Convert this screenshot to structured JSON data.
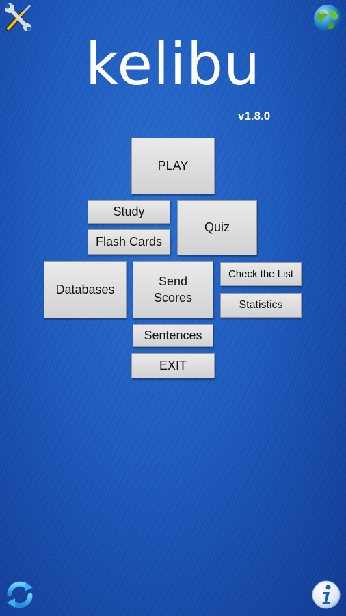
{
  "app": {
    "title": "kelibu",
    "version": "v1.8.0"
  },
  "menu": {
    "play": "PLAY",
    "study": "Study",
    "quiz": "Quiz",
    "flash_cards": "Flash Cards",
    "databases": "Databases",
    "send_scores": "Send Scores",
    "check_list": "Check the List",
    "statistics": "Statistics",
    "sentences": "Sentences",
    "exit": "EXIT"
  },
  "icons": {
    "top_left": "tools-icon",
    "top_right": "globe-icon",
    "bottom_left": "refresh-icon",
    "bottom_right": "info-icon"
  },
  "colors": {
    "background": "#1d5bbd",
    "button": "#dedede",
    "text": "#ffffff"
  }
}
